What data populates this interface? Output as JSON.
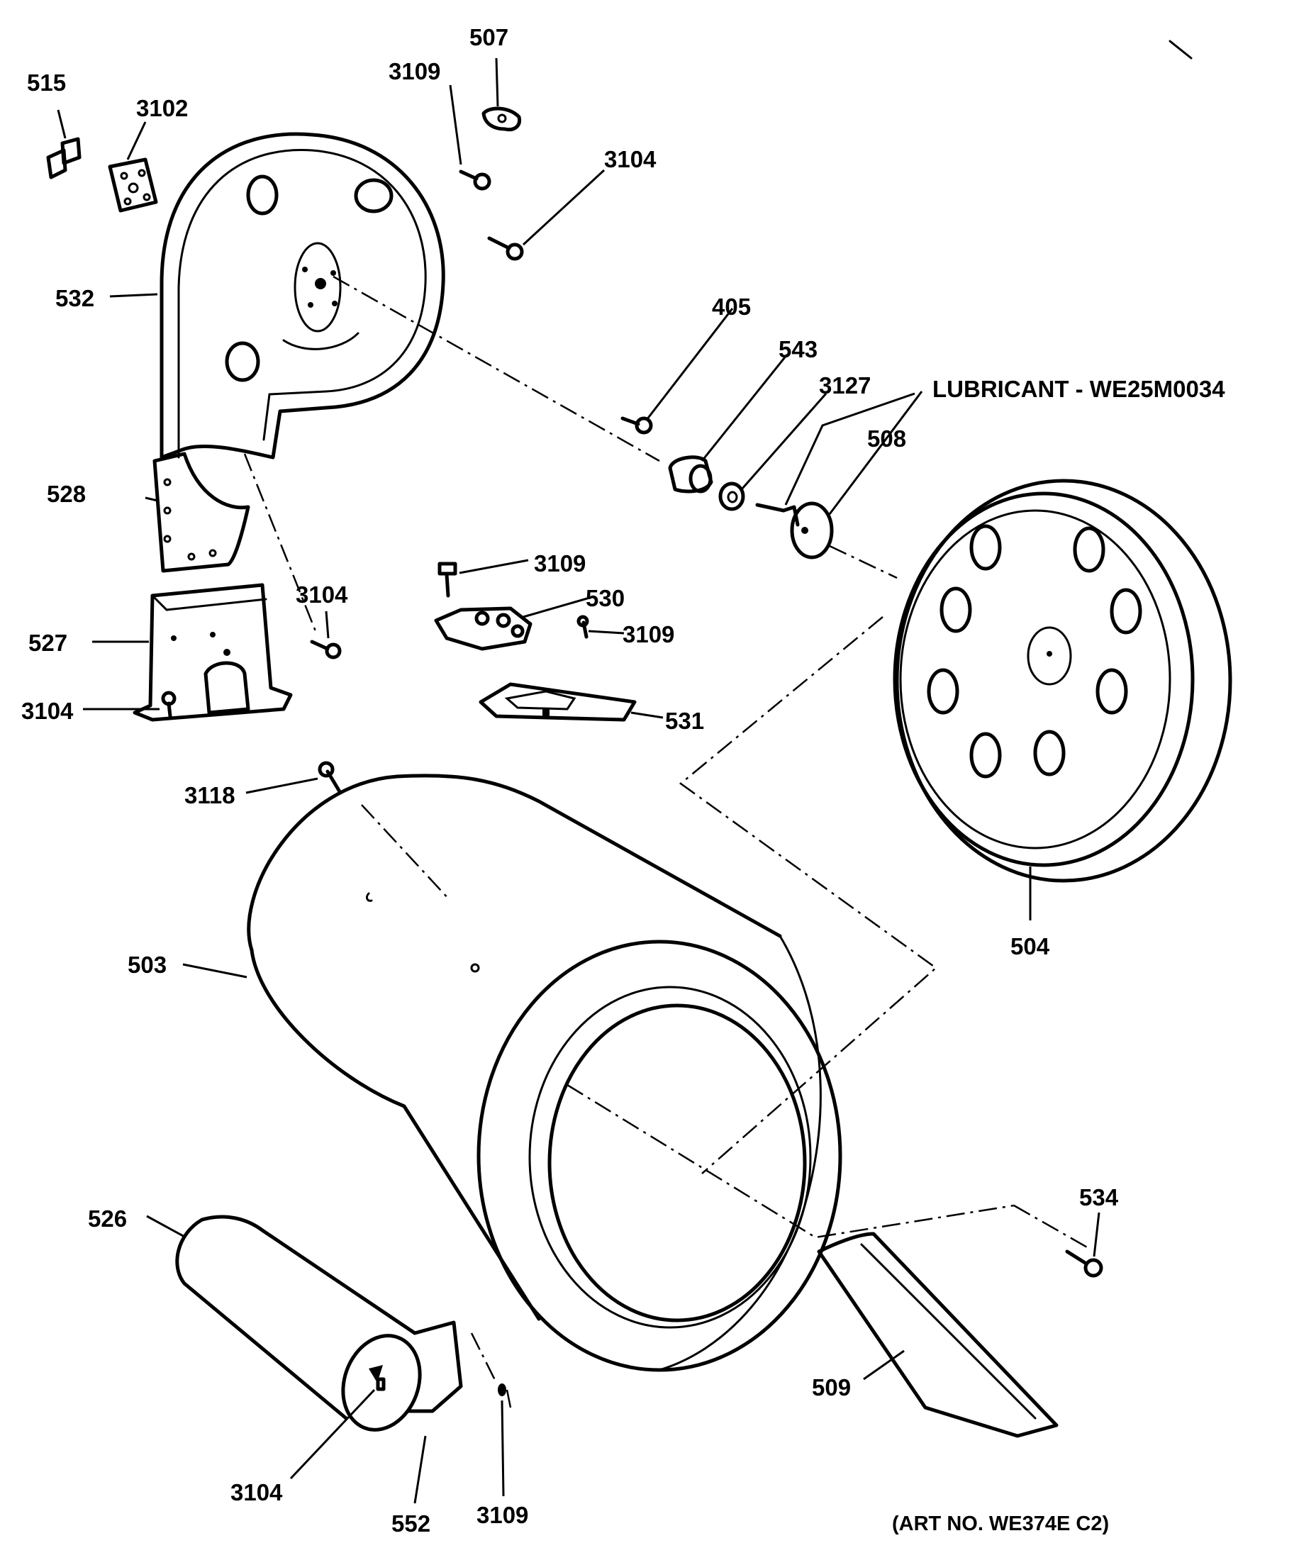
{
  "labels": {
    "l515": "515",
    "l3102": "3102",
    "l3109a": "3109",
    "l507": "507",
    "l3104a": "3104",
    "l532": "532",
    "l405": "405",
    "l543": "543",
    "l3127": "3127",
    "l508": "508",
    "l528": "528",
    "l3109b": "3109",
    "l530": "530",
    "l3109c": "3109",
    "l3104b": "3104",
    "l527": "527",
    "l3104c": "3104",
    "l531": "531",
    "l3118": "3118",
    "l504": "504",
    "l503": "503",
    "l534": "534",
    "l526": "526",
    "l509": "509",
    "l3104d": "3104",
    "l552": "552",
    "l3109d": "3109"
  },
  "notes": {
    "lubricant": "LUBRICANT - WE25M0034",
    "art_no": "(ART NO. WE374E C2)"
  }
}
